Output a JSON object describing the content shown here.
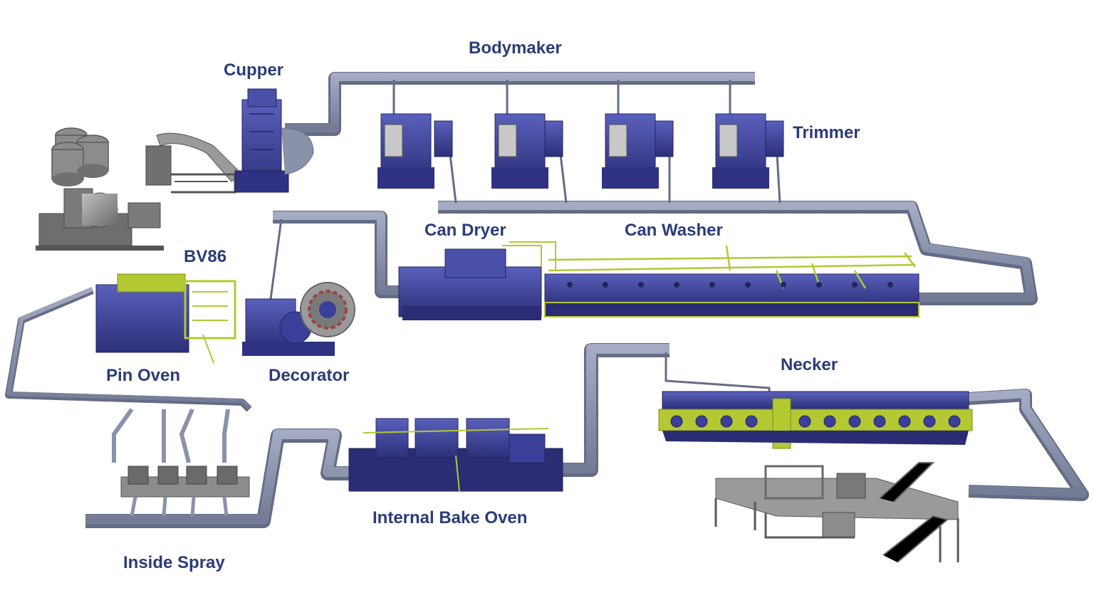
{
  "colors": {
    "label": "#2c3c78",
    "machine_blue": "#3a3f9a",
    "machine_blue_dark": "#2a2d74",
    "machine_blue_light": "#5257b4",
    "frame_green": "#b4c832",
    "conveyor": "#8a92aa",
    "conveyor_edge": "#646c86",
    "steel": "#8c8c8c",
    "steel_dark": "#5a5a5a",
    "steel_light": "#b4b4b4"
  },
  "labels": {
    "bodymaker": "Bodymaker",
    "cupper": "Cupper",
    "trimmer": "Trimmer",
    "bv86": "BV86",
    "can_dryer": "Can Dryer",
    "can_washer": "Can Washer",
    "pin_oven": "Pin Oven",
    "decorator": "Decorator",
    "necker": "Necker",
    "internal_bake_oven": "Internal Bake Oven",
    "inside_spray": "Inside Spray"
  }
}
